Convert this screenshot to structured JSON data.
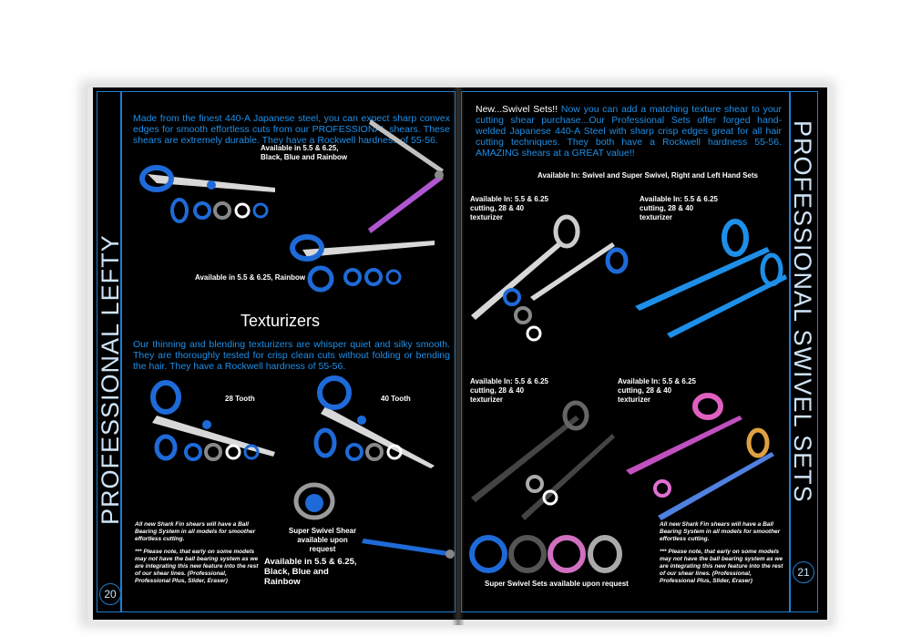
{
  "left_page": {
    "side_title": "PROFESSIONAL LEFTY",
    "page_number": "20",
    "intro": "Made from the finest 440-A Japanese steel, you can expect sharp convex edges for smooth effortless cuts from our PROFESSIONAL shears. These shears are extremely durable. They have a Rockwell hardness of 55-56.",
    "caption_1": "Available in 5.5 & 6.25, Black, Blue and Rainbow",
    "caption_2": "Available in 5.5 & 6.25, Rainbow",
    "texturizers_heading": "Texturizers",
    "texturizers_text": "Our thinning and blending texturizers are whisper quiet and silky smooth. They are thoroughly tested for crisp clean cuts without folding or bending the hair. They have a Rockwell hardness of 55-56.",
    "tooth_28": "28 Tooth",
    "tooth_40": "40 Tooth",
    "super_swivel": "Super Swivel Shear available upon request",
    "caption_3": "Available in 5.5 & 6.25, Black, Blue and Rainbow",
    "ball_bearing": "All new Shark Fin shears will have a Ball Bearing System in all models for smoother effortless cutting.",
    "please_note": "*** Please note, that early on some models may not have the ball bearing system as we are integrating this new feature into the rest of our shear lines. (Professional, Professional Plus, Slider, Eraser)"
  },
  "right_page": {
    "side_title": "PROFESSIONAL SWIVEL SETS",
    "page_number": "21",
    "intro_lead": "New...Swivel Sets!!",
    "intro": " Now you can add a matching texture shear to your cutting shear purchase...Our Professional Sets offer forged hand-welded Japanese 440-A Steel with sharp crisp edges great for all hair cutting techniques. They both have a Rockwell hardness 55-56. AMAZING shears at a GREAT value!!",
    "available_in": "Available In: Swivel and Super Swivel, Right and Left Hand Sets",
    "set_caption": "Available In: 5.5 & 6.25 cutting, 28 & 40 texturizer",
    "super_swivel_sets": "Super Swivel Sets available upon request",
    "ball_bearing": "All new Shark Fin shears will have a Ball Bearing System in all models for smoother effortless cutting.",
    "please_note": "*** Please note, that early on some models may not have the ball bearing system as we are integrating this new feature into the rest of our shear lines. (Professional, Professional Plus, Slider, Eraser)"
  },
  "colors": {
    "accent_blue": "#1e8fe8",
    "frame_blue": "#1f7fd0",
    "page_black": "#000000"
  }
}
